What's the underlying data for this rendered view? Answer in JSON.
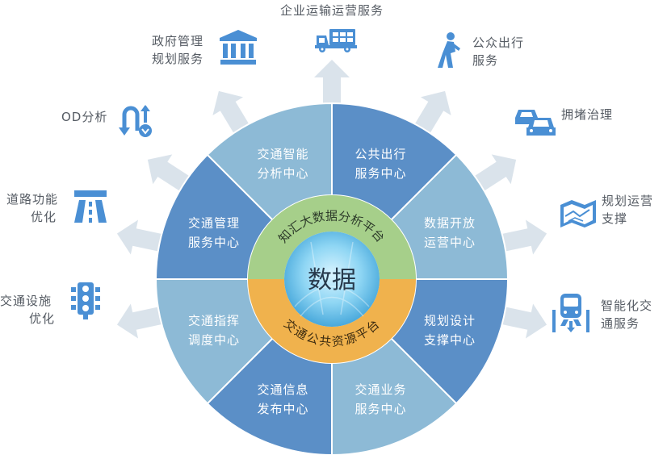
{
  "center": {
    "title": "数据",
    "top_ring": "知汇大数据分析平台",
    "bottom_ring": "交通公共资源平台"
  },
  "segments": [
    {
      "l1": "公共出行",
      "l2": "服务中心",
      "color": "#5b8fc7"
    },
    {
      "l1": "数据开放",
      "l2": "运营中心",
      "color": "#8dbad6"
    },
    {
      "l1": "规划设计",
      "l2": "支撑中心",
      "color": "#5b8fc7"
    },
    {
      "l1": "交通业务",
      "l2": "服务中心",
      "color": "#8dbad6"
    },
    {
      "l1": "交通信息",
      "l2": "发布中心",
      "color": "#5b8fc7"
    },
    {
      "l1": "交通指挥",
      "l2": "调度中心",
      "color": "#8dbad6"
    },
    {
      "l1": "交通管理",
      "l2": "服务中心",
      "color": "#5b8fc7"
    },
    {
      "l1": "交通智能",
      "l2": "分析中心",
      "color": "#8dbad6"
    }
  ],
  "outer": {
    "enterprise": {
      "l1": "企业运输运营服务",
      "icon": "delivery-truck-icon"
    },
    "public_travel": {
      "l1": "公众出行",
      "l2": "服务",
      "icon": "walking-person-icon"
    },
    "congestion": {
      "l1": "拥堵治理",
      "icon": "cars-icon"
    },
    "planning": {
      "l1": "规划运营",
      "l2": "支撑",
      "icon": "folded-map-icon"
    },
    "smart": {
      "l1": "智能化交",
      "l2": "通服务",
      "icon": "train-icon"
    },
    "government": {
      "l1": "政府管理",
      "l2": "规划服务",
      "icon": "government-building-icon"
    },
    "od": {
      "l1": "OD分析",
      "icon": "od-route-icon"
    },
    "road": {
      "l1": "道路功能",
      "l2": "优化",
      "icon": "highway-icon"
    },
    "facility": {
      "l1": "交通设施",
      "l2": "优化",
      "icon": "traffic-light-icon"
    }
  },
  "colors": {
    "dark_segment": "#5b8fc7",
    "light_segment": "#8dbad6",
    "ring_green": "#a6cf8a",
    "ring_orange": "#f0b24d",
    "icon_blue": "#4a8fd4"
  }
}
